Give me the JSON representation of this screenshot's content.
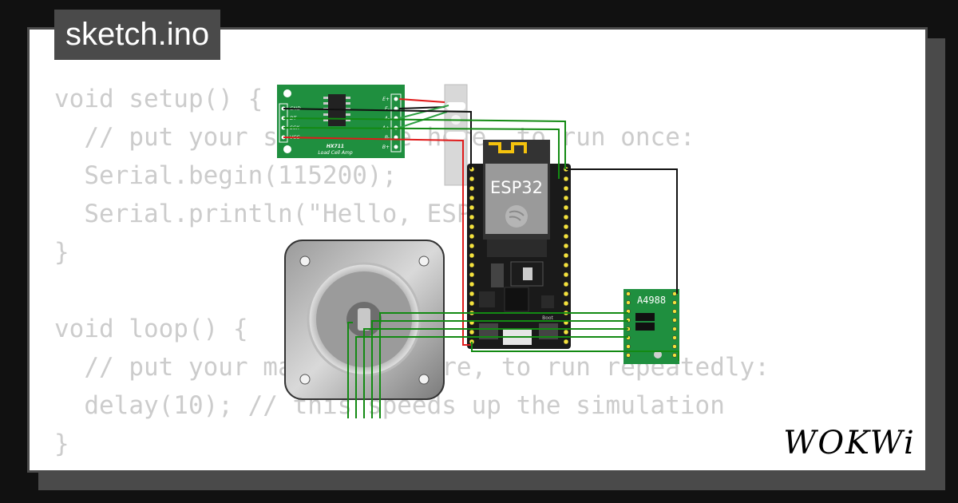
{
  "window": {
    "title": "sketch.ino"
  },
  "code": {
    "lines": [
      "void setup() {",
      "  // put your setup code here, to run once:",
      "  Serial.begin(115200);",
      "  Serial.println(\"Hello, ESP32!\");",
      "}",
      "",
      "void loop() {",
      "  // put your main code here, to run repeatedly:",
      "  delay(10); // this speeds up the simulation",
      "}"
    ]
  },
  "components": {
    "hx711": {
      "pins_left": [
        "GND",
        "DT",
        "SCK",
        "VCC"
      ],
      "pins_right": [
        "E+",
        "E-",
        "A-",
        "A+",
        "B-",
        "B+"
      ],
      "title": "HX711",
      "subtitle": "Load Cell Amp"
    },
    "esp32": {
      "label": "ESP32",
      "boot_label": "Boot"
    },
    "driver": {
      "label": "A4988"
    }
  },
  "brand": {
    "logo": "WOKWi"
  },
  "colors": {
    "background": "#111111",
    "frame": "#4a4a4a",
    "code_text": "#cccccc",
    "pcb_green": "#1f8f3f",
    "wire_green": "#138a13",
    "wire_red": "#e01b1b",
    "wire_black": "#111111"
  }
}
